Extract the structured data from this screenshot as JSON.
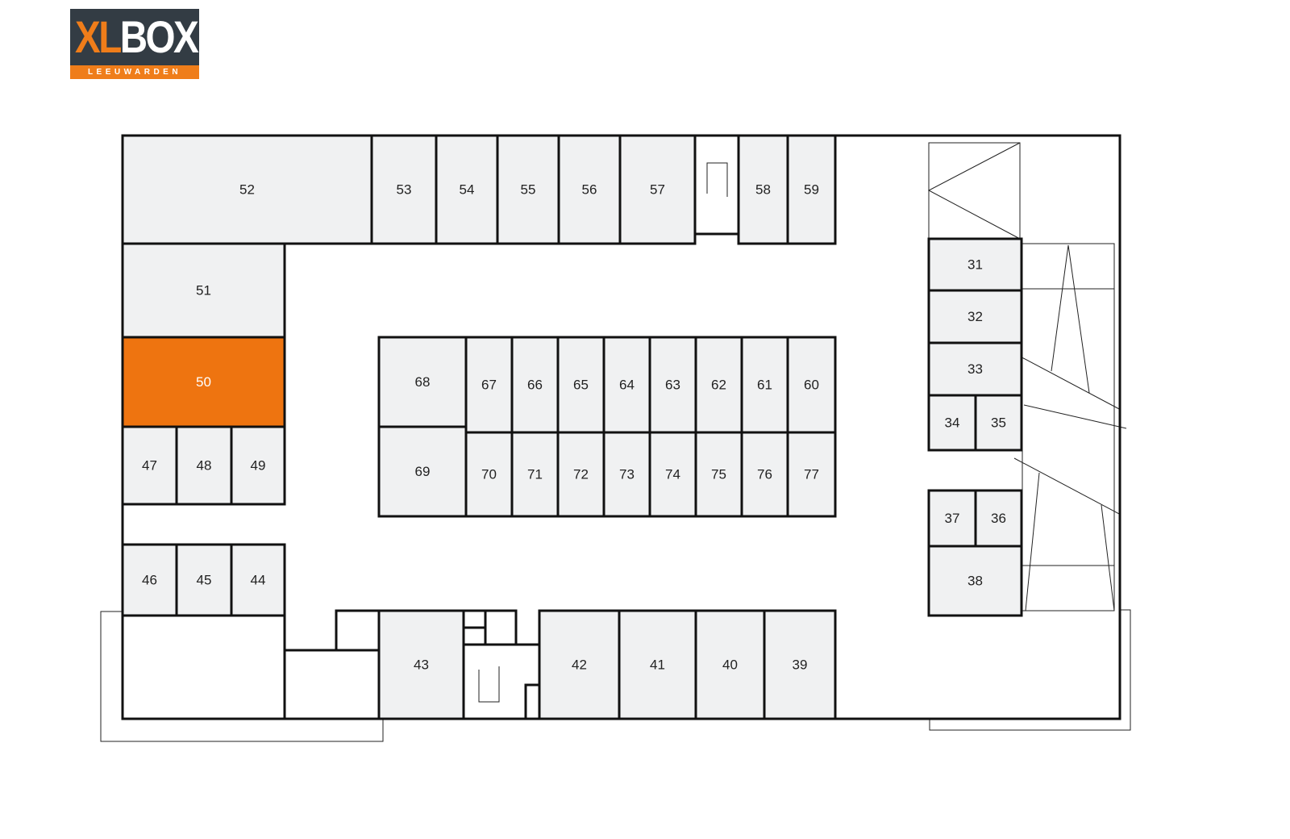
{
  "logo": {
    "brand_part1": "XL",
    "brand_part2": "BOX",
    "location": "LEEUWARDEN"
  },
  "colors": {
    "unit_fill": "#f0f1f2",
    "highlight": "#ee7410",
    "wall": "#111111",
    "highlight_text": "#ffffff"
  },
  "floorplan": {
    "highlighted_unit": "50",
    "units": [
      "31",
      "32",
      "33",
      "34",
      "35",
      "36",
      "37",
      "38",
      "39",
      "40",
      "41",
      "42",
      "43",
      "44",
      "45",
      "46",
      "47",
      "48",
      "49",
      "50",
      "51",
      "52",
      "53",
      "54",
      "55",
      "56",
      "57",
      "58",
      "59",
      "60",
      "61",
      "62",
      "63",
      "64",
      "65",
      "66",
      "67",
      "68",
      "69",
      "70",
      "71",
      "72",
      "73",
      "74",
      "75",
      "76",
      "77"
    ]
  }
}
